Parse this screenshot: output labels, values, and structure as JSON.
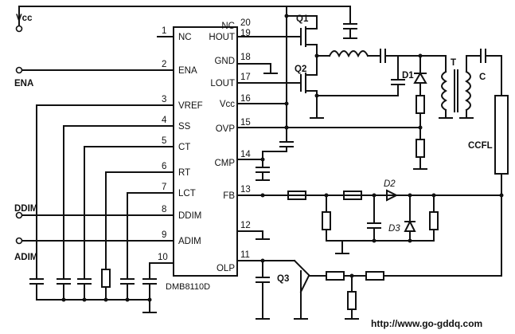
{
  "ic": {
    "part_number": "DMB8110D",
    "left_pins": [
      {
        "num": "1",
        "name": "NC"
      },
      {
        "num": "2",
        "name": "ENA"
      },
      {
        "num": "3",
        "name": "VREF"
      },
      {
        "num": "4",
        "name": "SS"
      },
      {
        "num": "5",
        "name": "CT"
      },
      {
        "num": "6",
        "name": "RT"
      },
      {
        "num": "7",
        "name": "LCT"
      },
      {
        "num": "8",
        "name": "DDIM"
      },
      {
        "num": "9",
        "name": "ADIM"
      },
      {
        "num": "10",
        "name": ""
      }
    ],
    "right_pins": [
      {
        "num": "20",
        "name": "NC"
      },
      {
        "num": "19",
        "name": "HOUT"
      },
      {
        "num": "18",
        "name": "GND"
      },
      {
        "num": "17",
        "name": "LOUT"
      },
      {
        "num": "16",
        "name": "Vcc"
      },
      {
        "num": "15",
        "name": "OVP"
      },
      {
        "num": "14",
        "name": "CMP"
      },
      {
        "num": "13",
        "name": "FB"
      },
      {
        "num": "12",
        "name": ""
      },
      {
        "num": "11",
        "name": "OLP"
      }
    ]
  },
  "inputs": {
    "vcc": "Vcc",
    "ena": "ENA",
    "ddim": "DDIM",
    "adim": "ADIM"
  },
  "components": {
    "q1": "Q1",
    "q2": "Q2",
    "q3": "Q3",
    "d1": "D1",
    "d2": "D2",
    "d3": "D3",
    "transformer": "T",
    "capacitor_c": "C",
    "lamp": "CCFL"
  },
  "watermark": "http://www.go-gddq.com"
}
